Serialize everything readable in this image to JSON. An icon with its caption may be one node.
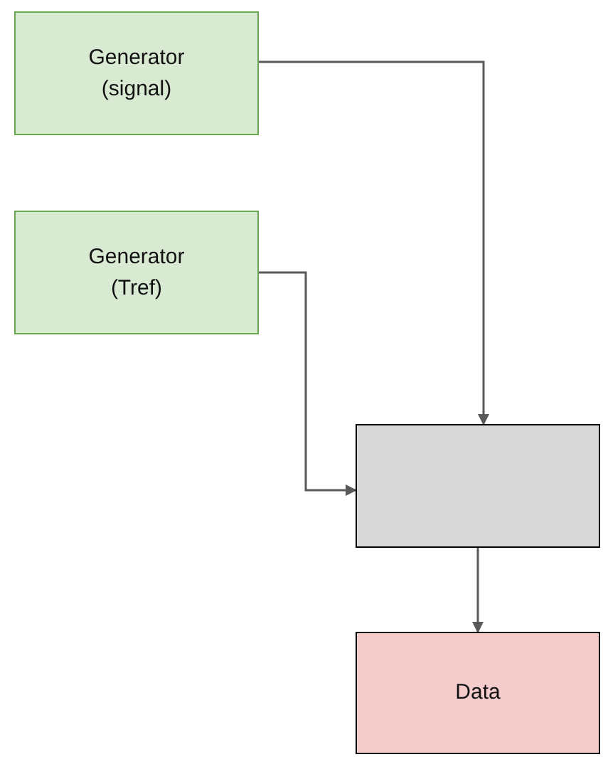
{
  "diagram": {
    "nodes": [
      {
        "text": [
          "Generator (signal)"
        ]
      },
      {
        "text": [
          "Generator (Tref)"
        ]
      },
      {
        "text": [],
        "shape": "box"
      },
      {
        "text": [
          "Data"
        ]
      }
    ],
    "edges": [
      {
        "from": 0,
        "to": 2,
        "arrow": "to"
      },
      {
        "from": 1,
        "to": 2,
        "arrow": "to"
      },
      {
        "from": 2,
        "to": 3,
        "arrow": "to"
      }
    ]
  }
}
